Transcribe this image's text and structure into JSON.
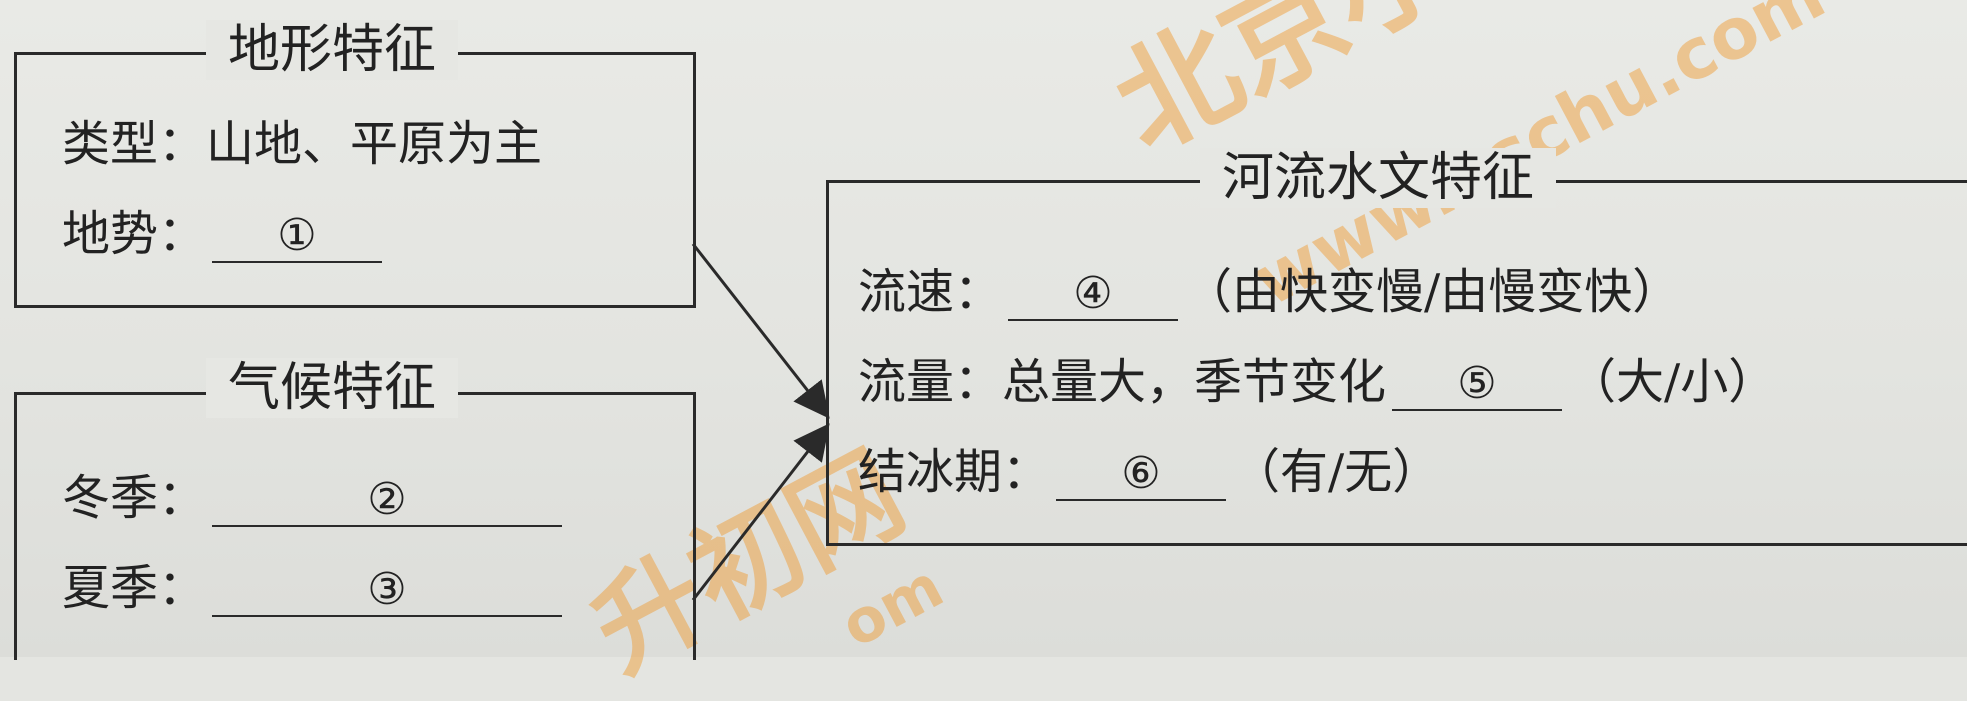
{
  "terrain": {
    "title": "地形特征",
    "type_label": "类型：",
    "type_value": "山地、平原为主",
    "slope_label": "地势：",
    "slope_blank": "①"
  },
  "climate": {
    "title": "气候特征",
    "winter_label": "冬季：",
    "winter_blank": "②",
    "summer_label": "夏季：",
    "summer_blank": "③"
  },
  "river": {
    "title": "河流水文特征",
    "speed_label": "流速：",
    "speed_blank": "④",
    "speed_options": "（由快变慢/由慢变快）",
    "flow_label": "流量：总量大，季节变化",
    "flow_blank": "⑤",
    "flow_options": "（大/小）",
    "ice_label": "结冰期：",
    "ice_blank": "⑥",
    "ice_options": "（有/无）"
  },
  "watermark": {
    "main": "北京小升初",
    "site": "www.xschu.com",
    "bottom": "升初网",
    "bottom_site": "om"
  },
  "colors": {
    "paper": "#e4e5e1",
    "ink": "#222222",
    "watermark": "#f0962a"
  }
}
